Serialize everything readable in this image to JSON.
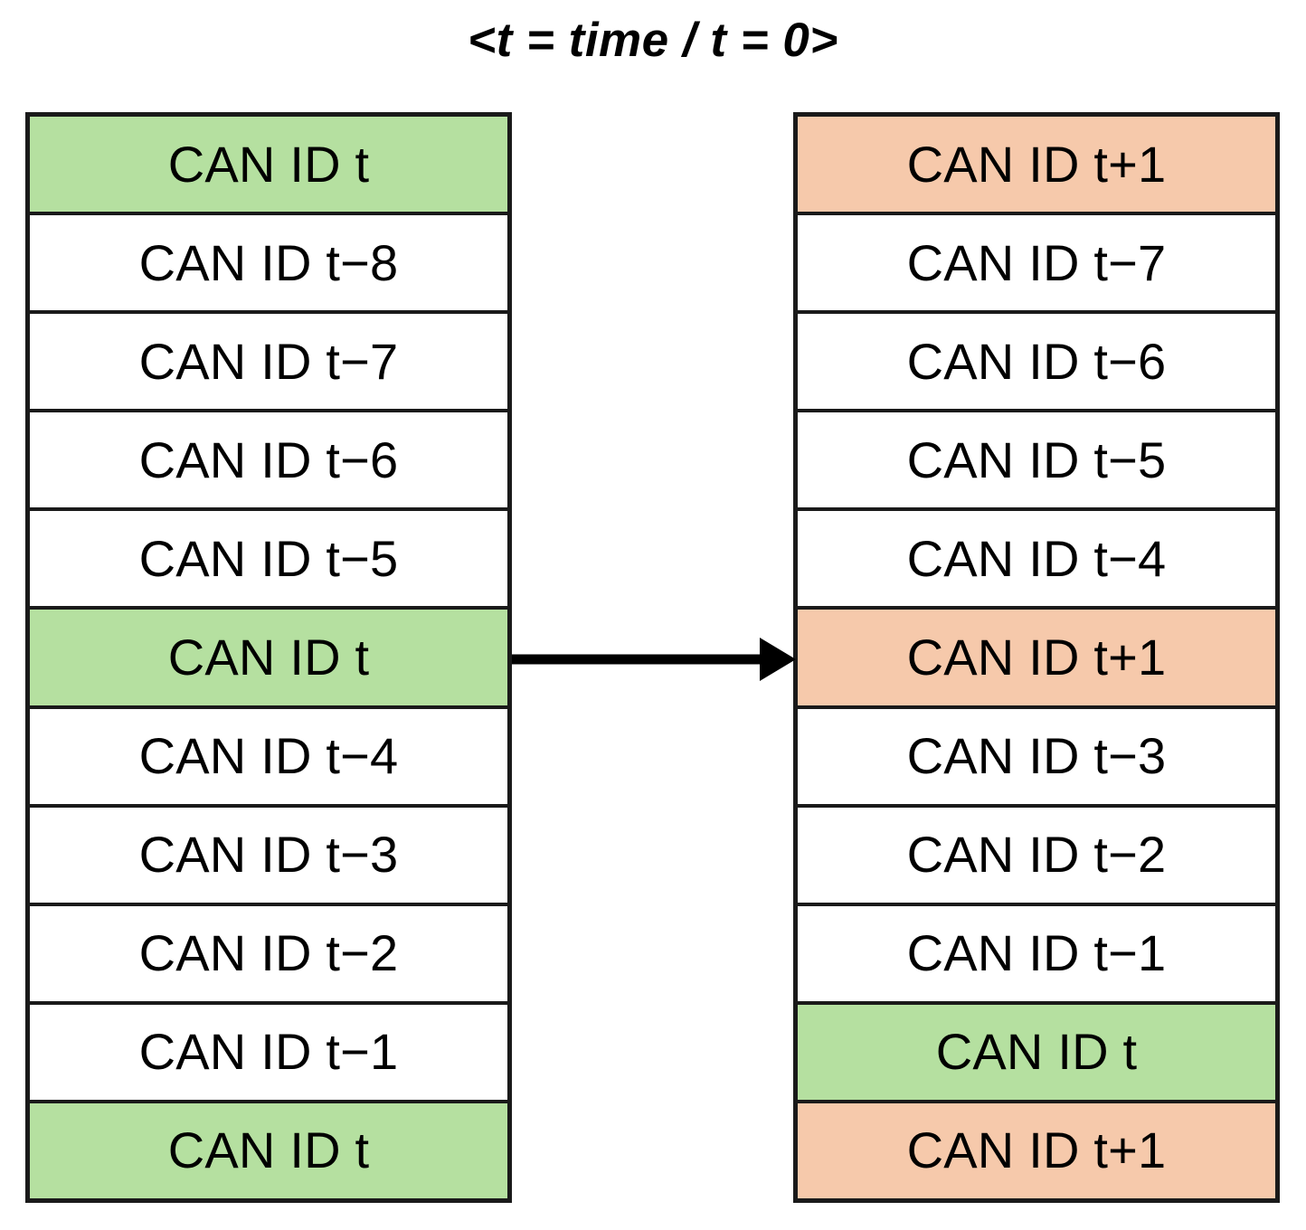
{
  "title": "<t = time / t = 0>",
  "colors": {
    "green": "#b5e0a0",
    "orange": "#f6c9ab",
    "border": "#1a1a1a",
    "background": "#ffffff",
    "text": "#000000"
  },
  "arrow": {
    "name": "transition-arrow",
    "direction": "right",
    "from": "left-column-row-6",
    "to": "right-column-row-6"
  },
  "columns": [
    {
      "id": "left",
      "name": "left-sequence-column",
      "rows": [
        {
          "label": "CAN ID t",
          "fill": "green"
        },
        {
          "label": "CAN ID t−8",
          "fill": "none"
        },
        {
          "label": "CAN ID t−7",
          "fill": "none"
        },
        {
          "label": "CAN ID t−6",
          "fill": "none"
        },
        {
          "label": "CAN ID t−5",
          "fill": "none"
        },
        {
          "label": "CAN ID t",
          "fill": "green"
        },
        {
          "label": "CAN ID t−4",
          "fill": "none"
        },
        {
          "label": "CAN ID t−3",
          "fill": "none"
        },
        {
          "label": "CAN ID t−2",
          "fill": "none"
        },
        {
          "label": "CAN ID t−1",
          "fill": "none"
        },
        {
          "label": "CAN ID t",
          "fill": "green"
        }
      ]
    },
    {
      "id": "right",
      "name": "right-sequence-column",
      "rows": [
        {
          "label": "CAN ID t+1",
          "fill": "orange"
        },
        {
          "label": "CAN ID t−7",
          "fill": "none"
        },
        {
          "label": "CAN ID t−6",
          "fill": "none"
        },
        {
          "label": "CAN ID t−5",
          "fill": "none"
        },
        {
          "label": "CAN ID t−4",
          "fill": "none"
        },
        {
          "label": "CAN ID t+1",
          "fill": "orange"
        },
        {
          "label": "CAN ID t−3",
          "fill": "none"
        },
        {
          "label": "CAN ID t−2",
          "fill": "none"
        },
        {
          "label": "CAN ID t−1",
          "fill": "none"
        },
        {
          "label": "CAN ID t",
          "fill": "green"
        },
        {
          "label": "CAN ID t+1",
          "fill": "orange"
        }
      ]
    }
  ]
}
